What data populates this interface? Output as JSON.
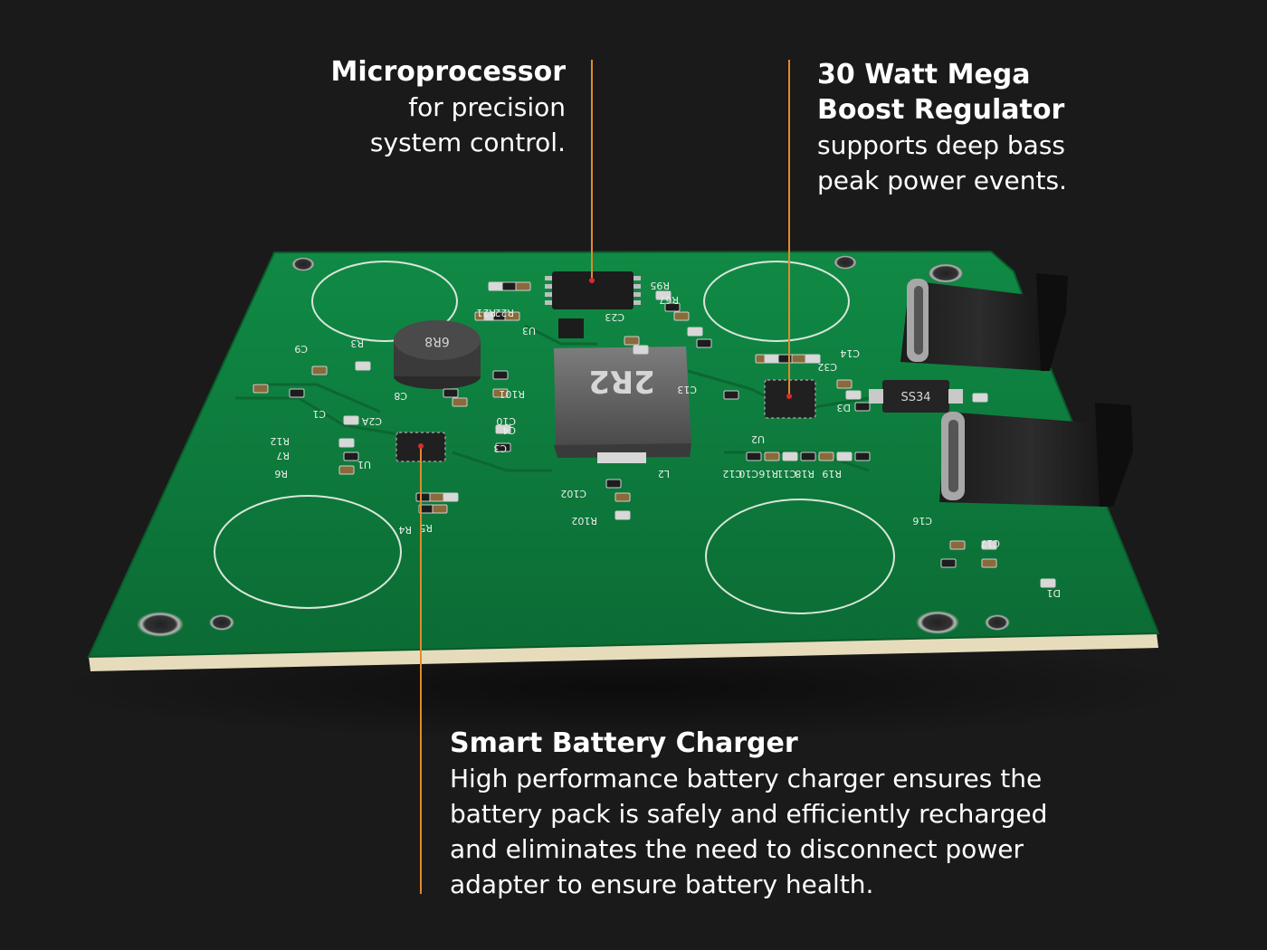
{
  "callouts": {
    "microprocessor": {
      "title": "Microprocessor",
      "desc_lines": [
        "for precision",
        "system control."
      ]
    },
    "boost_regulator": {
      "title_lines": [
        "30 Watt Mega",
        "Boost Regulator"
      ],
      "desc_lines": [
        "supports deep bass",
        "peak power events."
      ]
    },
    "battery_charger": {
      "title": "Smart Battery Charger",
      "desc_lines": [
        "High performance battery charger ensures the",
        "battery pack is safely and efficiently recharged",
        "and eliminates the need to disconnect power",
        "adapter to ensure battery health."
      ]
    }
  },
  "board": {
    "inductor_small_label": "6R8",
    "inductor_large_label": "2R2",
    "diode_label": "SS34",
    "silkscreen": [
      "C9",
      "R3",
      "C8",
      "C2A",
      "C1",
      "R12",
      "R7",
      "R6",
      "U1",
      "R4",
      "R5",
      "C10",
      "R101",
      "C4",
      "C3",
      "C13",
      "C102",
      "R102",
      "L2",
      "U2",
      "C12",
      "C10",
      "R16",
      "C11",
      "R18",
      "R19",
      "C14",
      "C32",
      "D3",
      "C16",
      "C17",
      "D1",
      "R95",
      "R67",
      "U3",
      "C23",
      "R22",
      "R21"
    ]
  },
  "colors": {
    "background": "#1a1a1a",
    "pcb": "#0e7a3c",
    "pcb_edge": "#e6dcbc",
    "leader_line": "#e08a2a",
    "leader_dot": "#d62d2d",
    "text": "#ffffff"
  }
}
